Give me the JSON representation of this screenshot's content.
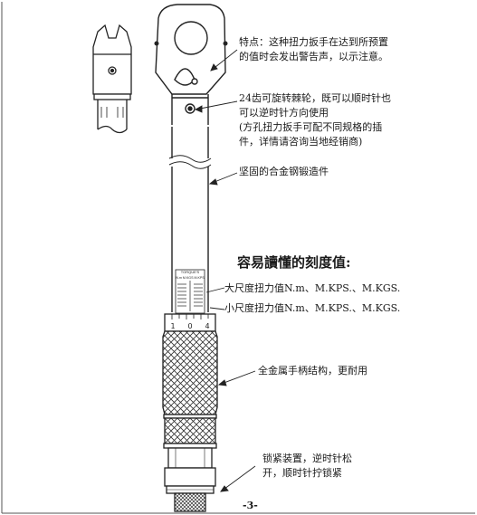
{
  "callouts": {
    "feature": {
      "lines": [
        "特点：这种扭力扳手在达到所预置",
        "的值时会发出警告声，以示注意。"
      ]
    },
    "ratchet": {
      "lines": [
        "24齿可旋转棘轮，既可以顺时针也",
        "可以逆时针方向使用",
        "(方孔扭力扳手可配不同规格的插",
        "件，详情请咨询当地经销商)"
      ]
    },
    "forged": {
      "text": "坚固的合金钢锻造件"
    },
    "scale_title": {
      "text": "容易讀懂的刻度值:"
    },
    "scale_major": {
      "text": "大尺度扭力值N.m、M.KPS.、M.KGS."
    },
    "scale_minor": {
      "text": "小尺度扭力值N.m、M.KPS.、M.KGS."
    },
    "handle": {
      "text": "全金属手柄结构，更耐用"
    },
    "lock": {
      "lines": [
        "锁紧装置，逆时针松",
        "开，顺时针拧锁紧"
      ]
    }
  },
  "scale": {
    "brand": "TORQUE'S",
    "unit_line": "N.m  M.KGS  M.KPS",
    "digits": [
      "1",
      "0",
      "4"
    ]
  },
  "page_number": "-3-"
}
